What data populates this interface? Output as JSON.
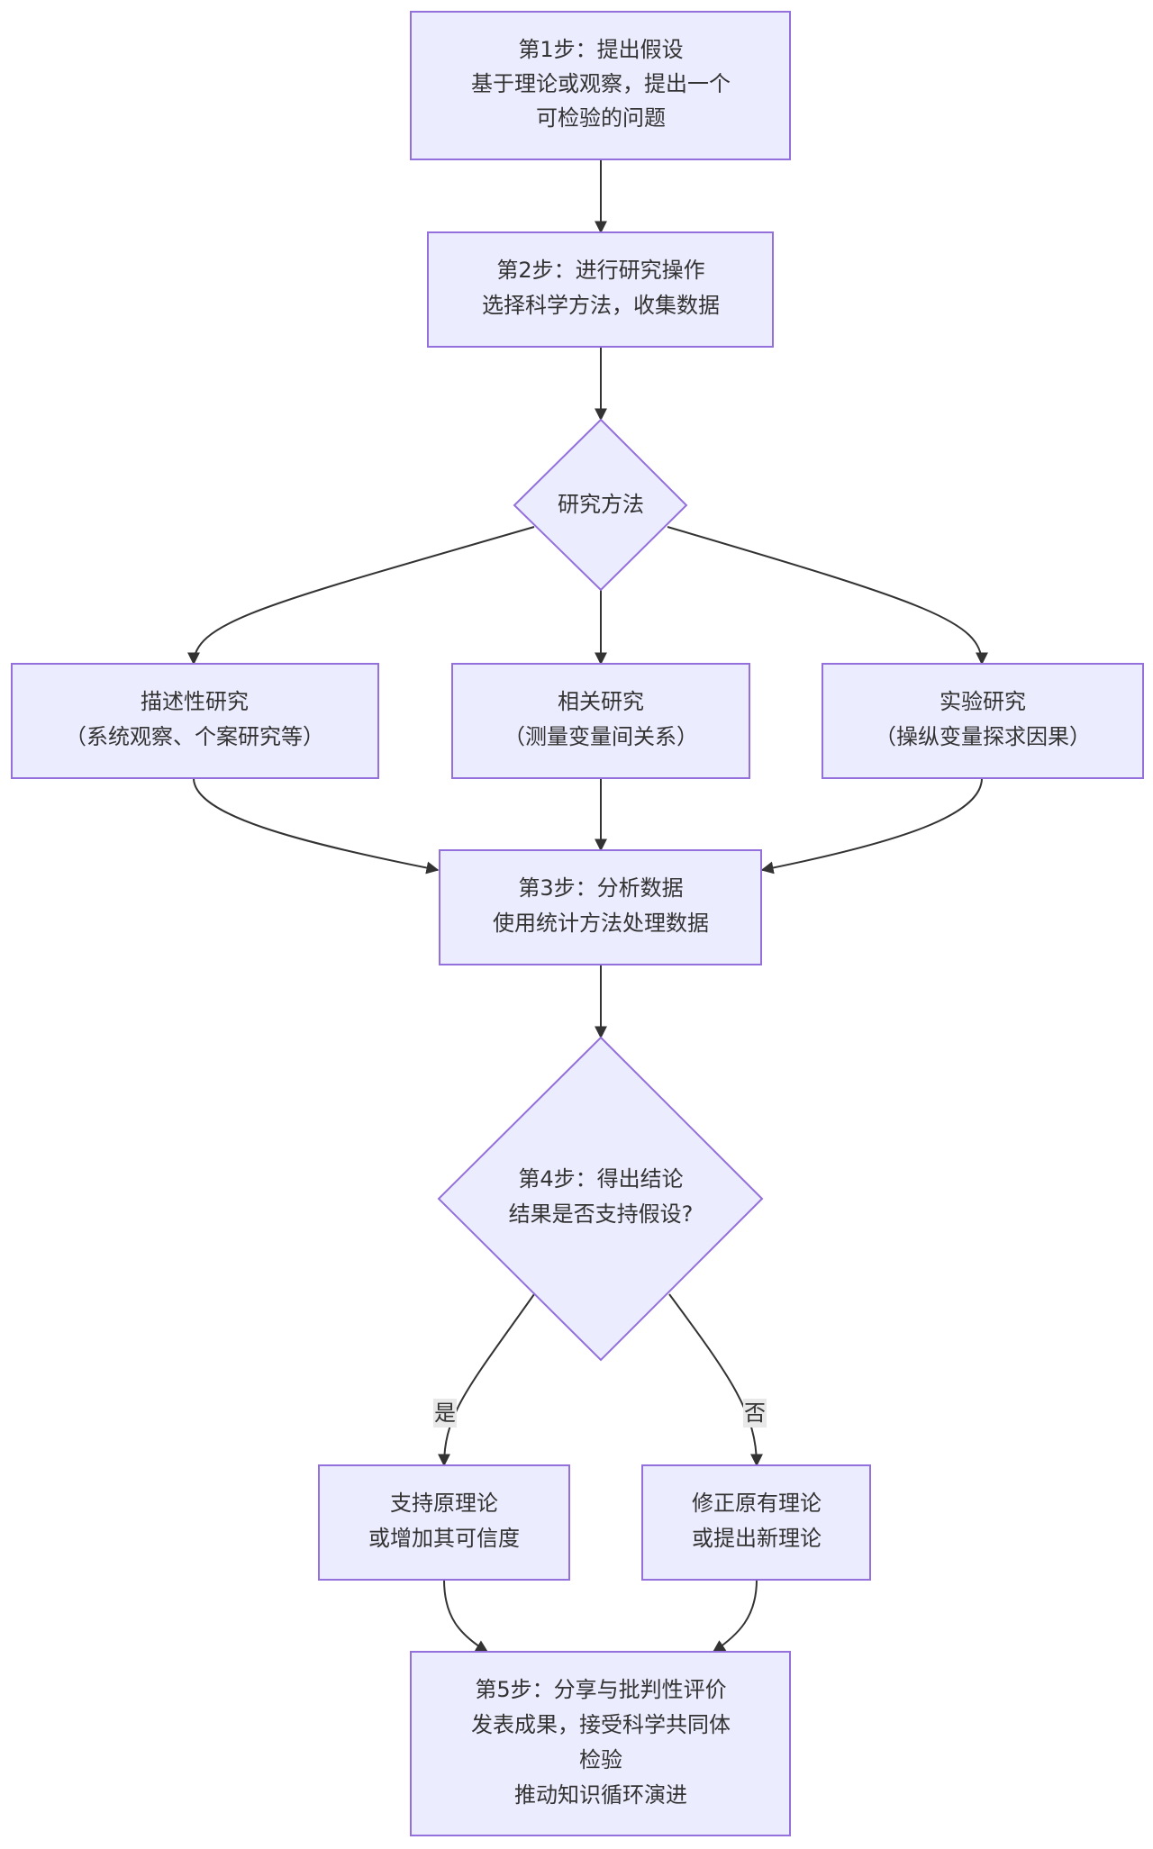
{
  "colors": {
    "node_fill": "#ececff",
    "node_stroke": "#9370db",
    "edge": "#333333",
    "text": "#333333",
    "label_bg": "#e8e8e8"
  },
  "nodes": {
    "step1": {
      "lines": [
        "第1步：提出假设",
        "基于理论或观察，提出一个",
        "可检验的问题"
      ]
    },
    "step2": {
      "lines": [
        "第2步：进行研究操作",
        "选择科学方法，收集数据"
      ]
    },
    "method": {
      "lines": [
        "研究方法"
      ]
    },
    "descriptive": {
      "lines": [
        "描述性研究",
        "（系统观察、个案研究等）"
      ]
    },
    "correlational": {
      "lines": [
        "相关研究",
        "（测量变量间关系）"
      ]
    },
    "experimental": {
      "lines": [
        "实验研究",
        "（操纵变量探求因果）"
      ]
    },
    "step3": {
      "lines": [
        "第3步：分析数据",
        "使用统计方法处理数据"
      ]
    },
    "step4": {
      "lines": [
        "第4步：得出结论",
        "结果是否支持假设?"
      ]
    },
    "support": {
      "lines": [
        "支持原理论",
        "或增加其可信度"
      ]
    },
    "revise": {
      "lines": [
        "修正原有理论",
        "或提出新理论"
      ]
    },
    "step5": {
      "lines": [
        "第5步：分享与批判性评价",
        "发表成果，接受科学共同体",
        "检验",
        "推动知识循环演进"
      ]
    }
  },
  "edge_labels": {
    "yes": "是",
    "no": "否"
  }
}
